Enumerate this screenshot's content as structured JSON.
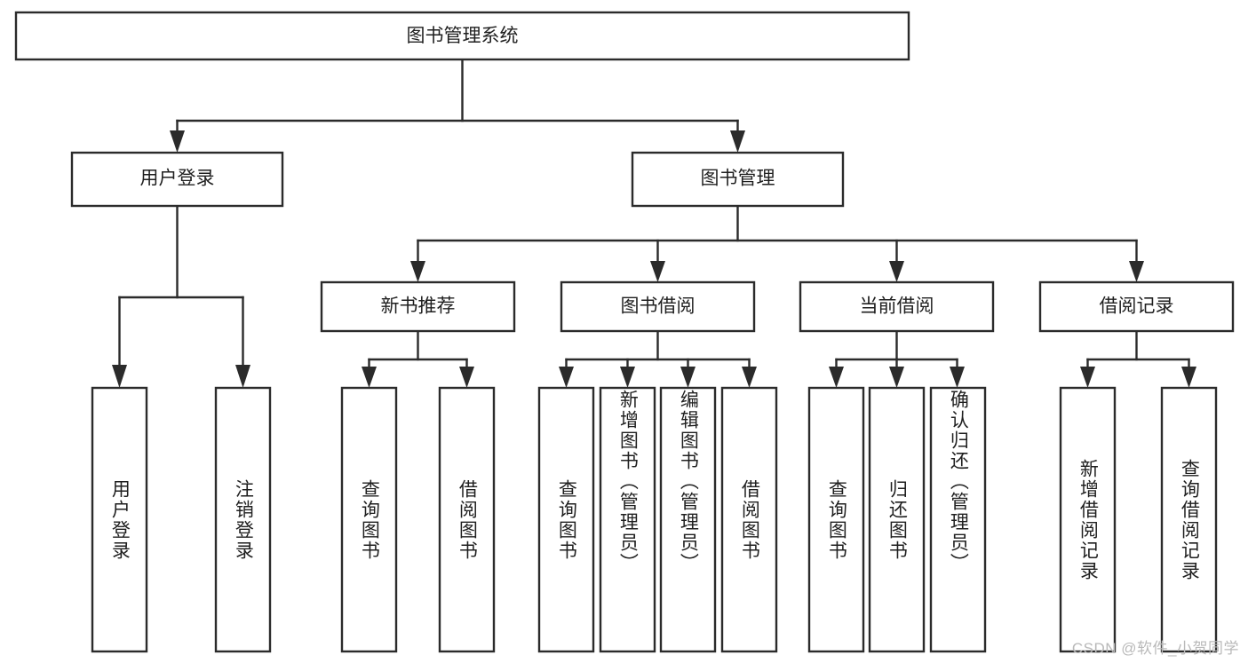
{
  "diagram": {
    "type": "tree",
    "title_node": "图书管理系统",
    "orientation": "top-down",
    "watermark": "CSDN @软件_小贺同学",
    "colors": {
      "stroke": "#2b2b2b",
      "box_fill": "#ffffff",
      "text": "#1f1f1f",
      "background": "#ffffff",
      "watermark": "#b9b9b9"
    },
    "levels": {
      "root": "图书管理系统",
      "level2": [
        "用户登录",
        "图书管理"
      ],
      "level3": [
        "新书推荐",
        "图书借阅",
        "当前借阅",
        "借阅记录"
      ],
      "leaves": [
        "用户登录",
        "注销登录",
        "查询图书",
        "借阅图书",
        "查询图书",
        "新增图书（管理员）",
        "编辑图书（管理员）",
        "借阅图书",
        "查询图书",
        "归还图书",
        "确认归还（管理员）",
        "新增借阅记录",
        "查询借阅记录"
      ]
    },
    "nodes": {
      "root": {
        "label": "图书管理系统"
      },
      "user_login": {
        "label": "用户登录"
      },
      "book_manage": {
        "label": "图书管理"
      },
      "new_book_rec": {
        "label": "新书推荐"
      },
      "book_borrow": {
        "label": "图书借阅"
      },
      "current_borrow": {
        "label": "当前借阅"
      },
      "borrow_record": {
        "label": "借阅记录"
      },
      "leaf_user_login": {
        "label": "用户登录"
      },
      "leaf_logout": {
        "label": "注销登录"
      },
      "leaf_query_book_1": {
        "label": "查询图书"
      },
      "leaf_borrow_book_1": {
        "label": "借阅图书"
      },
      "leaf_query_book_2": {
        "label": "查询图书"
      },
      "leaf_add_book": {
        "label": "新增图书（管理员）"
      },
      "leaf_edit_book": {
        "label": "编辑图书（管理员）"
      },
      "leaf_borrow_book_2": {
        "label": "借阅图书"
      },
      "leaf_query_book_3": {
        "label": "查询图书"
      },
      "leaf_return_book": {
        "label": "归还图书"
      },
      "leaf_confirm_return": {
        "label": "确认归还（管理员）"
      },
      "leaf_add_record": {
        "label": "新增借阅记录"
      },
      "leaf_query_record": {
        "label": "查询借阅记录"
      }
    },
    "edges": [
      {
        "from": "root",
        "to": "user_login"
      },
      {
        "from": "root",
        "to": "book_manage"
      },
      {
        "from": "user_login",
        "to": "leaf_user_login"
      },
      {
        "from": "user_login",
        "to": "leaf_logout"
      },
      {
        "from": "book_manage",
        "to": "new_book_rec"
      },
      {
        "from": "book_manage",
        "to": "book_borrow"
      },
      {
        "from": "book_manage",
        "to": "current_borrow"
      },
      {
        "from": "book_manage",
        "to": "borrow_record"
      },
      {
        "from": "new_book_rec",
        "to": "leaf_query_book_1"
      },
      {
        "from": "new_book_rec",
        "to": "leaf_borrow_book_1"
      },
      {
        "from": "book_borrow",
        "to": "leaf_query_book_2"
      },
      {
        "from": "book_borrow",
        "to": "leaf_add_book"
      },
      {
        "from": "book_borrow",
        "to": "leaf_edit_book"
      },
      {
        "from": "book_borrow",
        "to": "leaf_borrow_book_2"
      },
      {
        "from": "current_borrow",
        "to": "leaf_query_book_3"
      },
      {
        "from": "current_borrow",
        "to": "leaf_return_book"
      },
      {
        "from": "current_borrow",
        "to": "leaf_confirm_return"
      },
      {
        "from": "borrow_record",
        "to": "leaf_add_record"
      },
      {
        "from": "borrow_record",
        "to": "leaf_query_record"
      }
    ]
  }
}
